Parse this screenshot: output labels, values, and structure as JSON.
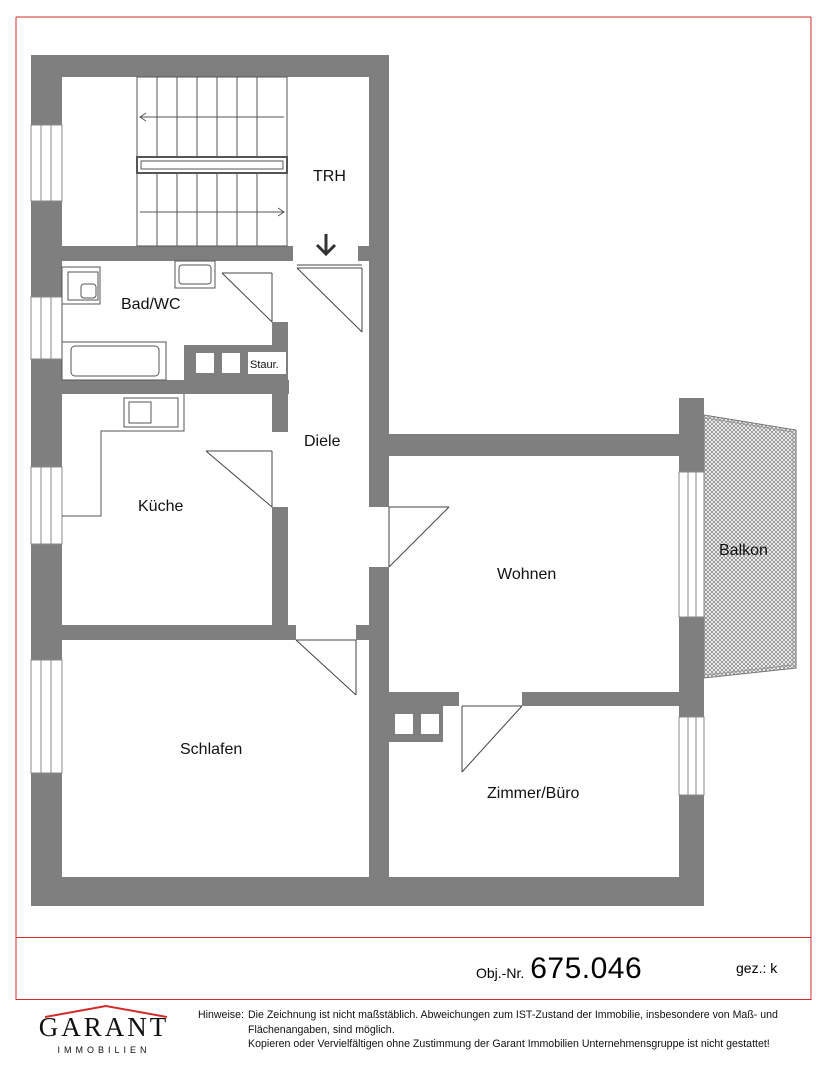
{
  "rooms": {
    "trh": "TRH",
    "bad": "Bad/WC",
    "staur": "Staur.",
    "diele": "Diele",
    "kueche": "Küche",
    "wohnen": "Wohnen",
    "balkon": "Balkon",
    "schlafen": "Schlafen",
    "zimmer": "Zimmer/Büro"
  },
  "footer": {
    "obj_prefix": "Obj.-Nr.",
    "obj_number": "675.046",
    "drawn_by": "gez.: k",
    "logo_main": "GARANT",
    "logo_sub": "IMMOBILIEN",
    "notes_head": "Hinweise:",
    "notes_line1": "Die Zeichnung ist nicht maßstäblich. Abweichungen zum IST-Zustand der Immobilie, insbesondere von Maß- und",
    "notes_line2": "Flächenangaben, sind möglich.",
    "notes_line3": "Kopieren oder Vervielfältigen ohne Zustimmung der Garant Immobilien Unternehmensgruppe ist nicht gestattet!"
  },
  "colors": {
    "wall": "#7f7f7f",
    "frame": "#d42a2a",
    "balcony_hatch": "#9a9a9a"
  }
}
